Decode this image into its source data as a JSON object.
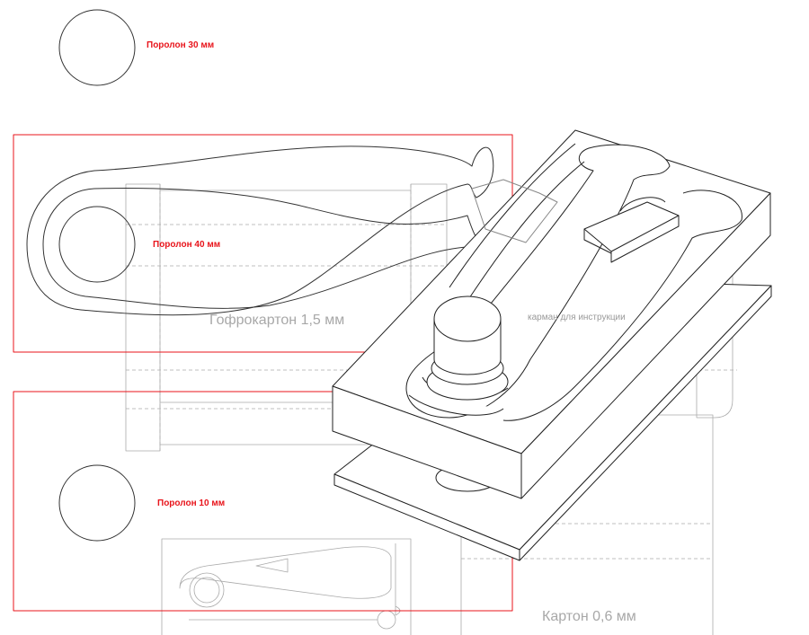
{
  "labels": {
    "foam_30": "Поролон 30 мм",
    "foam_40": "Поролон 40 мм",
    "corrugated": "Гофрокартон 1,5 мм",
    "pocket": "карман для инструкции",
    "foam_10": "Поролон 10 мм",
    "cardboard": "Картон 0,6 мм"
  },
  "colors": {
    "outline": "#333333",
    "cut_line": "#e8141b",
    "fold_line": "#aaaaaa"
  }
}
